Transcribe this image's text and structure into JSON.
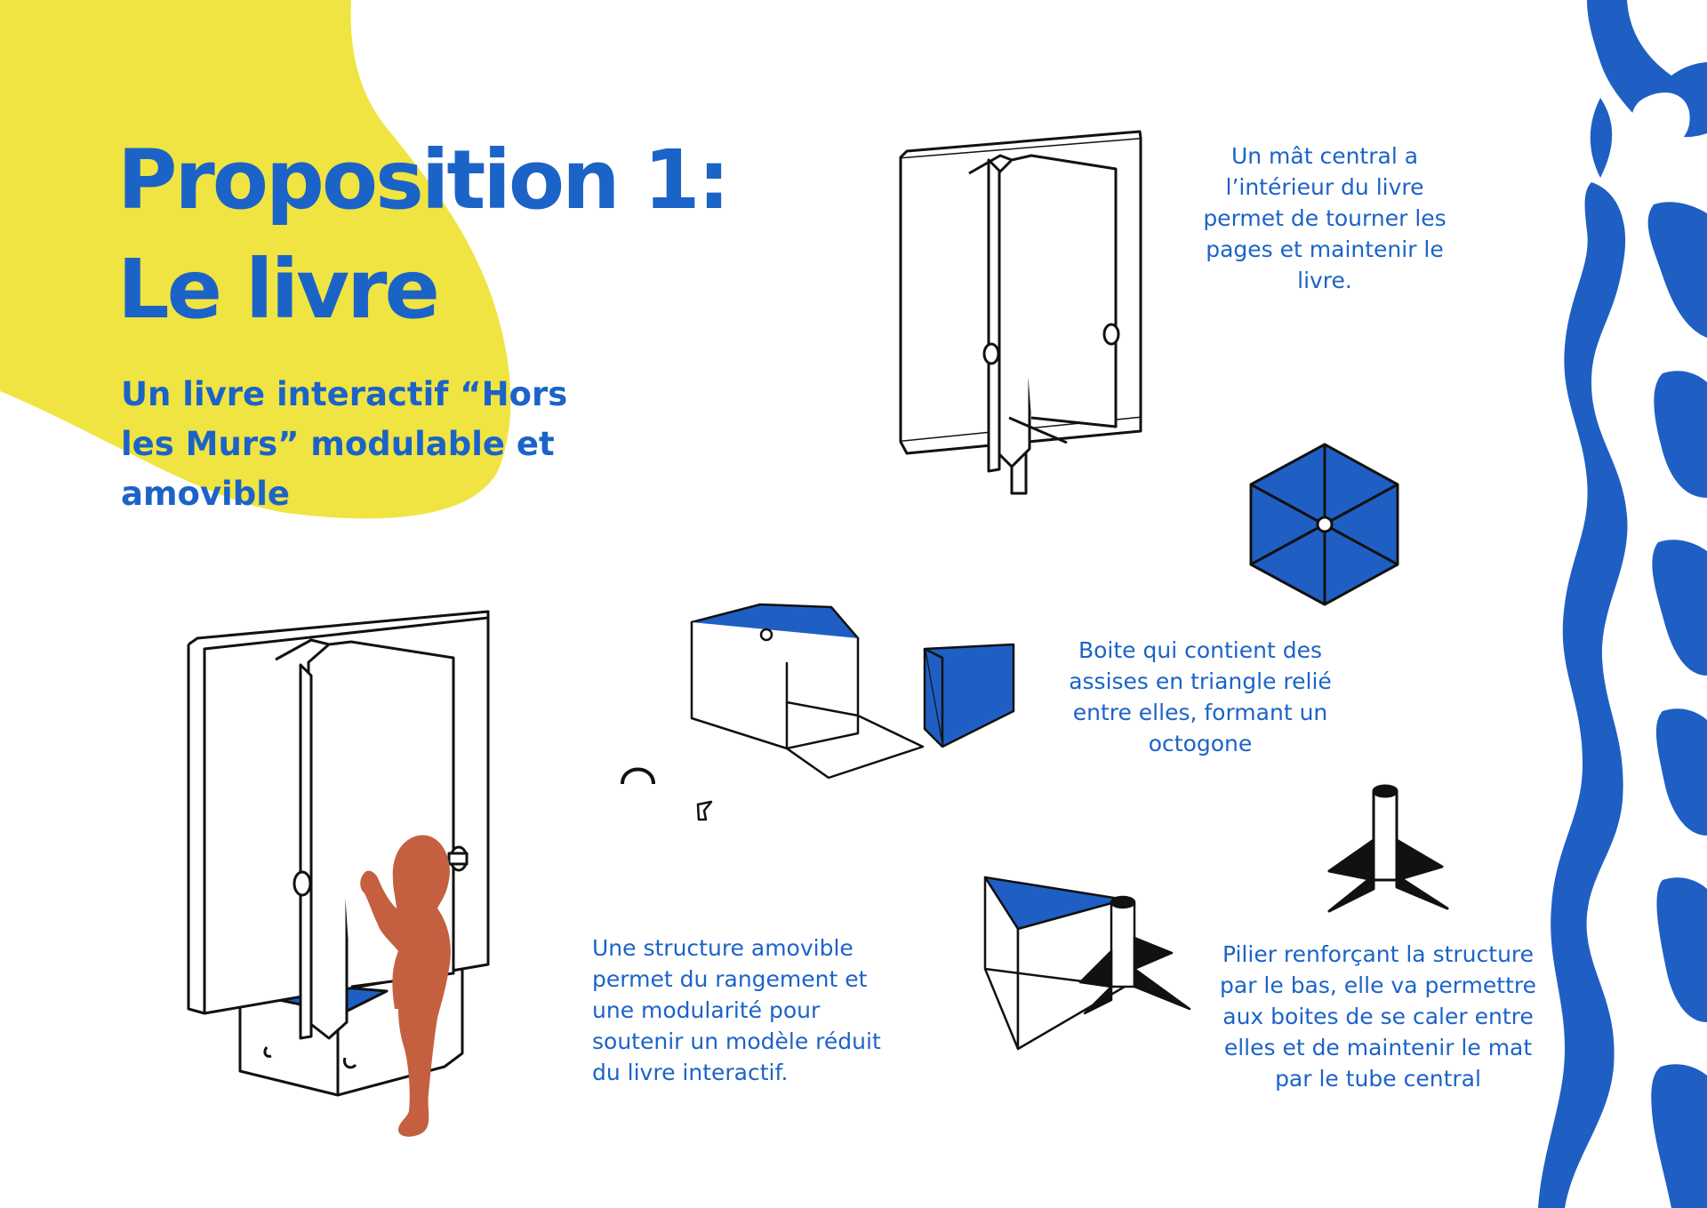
{
  "colors": {
    "accent_blue": "#1c63c7",
    "fill_blue": "#1f5fc4",
    "yellow": "#f0e442",
    "child": "#c4603f",
    "black": "#111111"
  },
  "title": {
    "line1": "Proposition 1:",
    "line2": "Le livre"
  },
  "subtitle": "Un livre interactif “Hors les Murs” modulable et amovible",
  "captions": {
    "mast": "Un mât central a l’intérieur du livre permet de tourner les pages et maintenir le livre.",
    "box": "Boite qui contient des assises en triangle relié entre elles, formant un octogone",
    "structure": "Une structure amovible permet du rangement et une modularité pour soutenir un modèle réduit du livre interactif.",
    "pillar": "Pilier renforçant la structure par le bas, elle va permettre aux boites de se caler entre elles et de maintenir le mat par le tube central"
  },
  "icons": {
    "decor_right": "abstract-blue-shapes-icon",
    "yellow_blob": "yellow-blob-icon",
    "book_large": "book-with-child-illustration-icon",
    "book_small": "standing-book-mast-illustration-icon",
    "hexagon": "hexagon-top-view-icon",
    "storage_box": "hexagonal-storage-box-icon",
    "pillar": "pillar-base-icon",
    "triangle_seat": "triangle-seat-box-icon"
  }
}
